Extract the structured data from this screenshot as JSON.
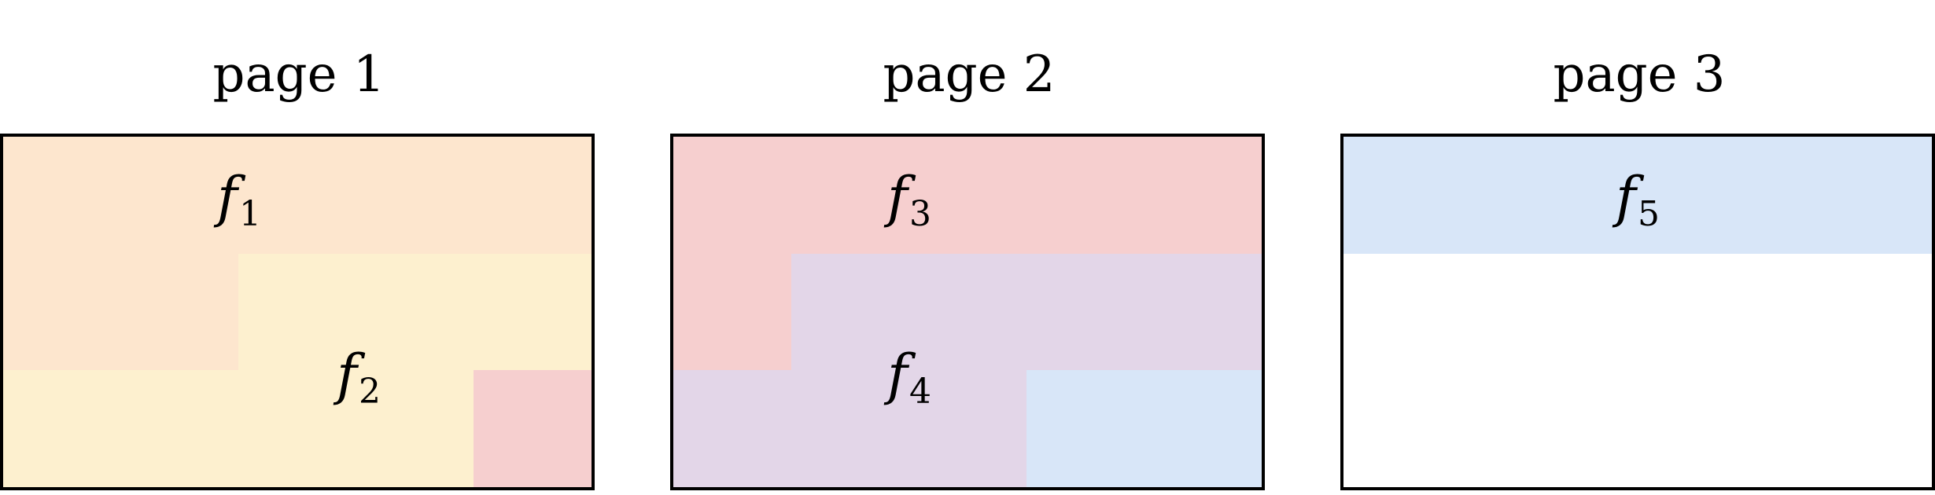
{
  "colors": {
    "f1": "#fde6ce",
    "f2": "#fdf0cf",
    "f3": "#f6cfcf",
    "f4": "#e3d6e8",
    "f5": "#d8e6f8",
    "empty": "#ffffff"
  },
  "pages": [
    {
      "title": "page 1",
      "labels": [
        {
          "var": "f",
          "sub": "1"
        },
        {
          "var": "f",
          "sub": "2"
        }
      ],
      "grid": [
        [
          "f1",
          "f1",
          "f1",
          "f1",
          "f1"
        ],
        [
          "f1",
          "f1",
          "f2",
          "f2",
          "f2"
        ],
        [
          "f2",
          "f2",
          "f2",
          "f2",
          "f3"
        ]
      ]
    },
    {
      "title": "page 2",
      "labels": [
        {
          "var": "f",
          "sub": "3"
        },
        {
          "var": "f",
          "sub": "4"
        }
      ],
      "grid": [
        [
          "f3",
          "f3",
          "f3",
          "f3",
          "f3"
        ],
        [
          "f3",
          "f4",
          "f4",
          "f4",
          "f4"
        ],
        [
          "f4",
          "f4",
          "f4",
          "f5",
          "f5"
        ]
      ]
    },
    {
      "title": "page 3",
      "labels": [
        {
          "var": "f",
          "sub": "5"
        }
      ],
      "grid": [
        [
          "f5",
          "f5",
          "f5",
          "f5",
          "f5"
        ],
        [
          "empty",
          "empty",
          "empty",
          "empty",
          "empty"
        ],
        [
          "empty",
          "empty",
          "empty",
          "empty",
          "empty"
        ]
      ]
    }
  ]
}
